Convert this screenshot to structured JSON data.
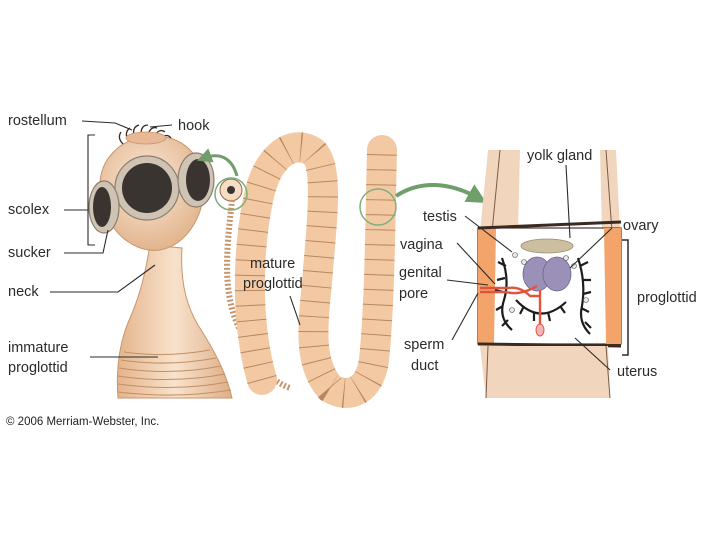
{
  "labels": {
    "rostellum": "rostellum",
    "hook": "hook",
    "scolex": "scolex",
    "sucker": "sucker",
    "neck": "neck",
    "immature_line1": "immature",
    "immature_line2": "proglottid",
    "mature_line1": "mature",
    "mature_line2": "proglottid",
    "yolk_gland": "yolk gland",
    "testis": "testis",
    "vagina": "vagina",
    "genital_line1": "genital",
    "genital_line2": "pore",
    "ovary": "ovary",
    "proglottid": "proglottid",
    "sperm_line1": "sperm",
    "sperm_line2": "duct",
    "uterus": "uterus"
  },
  "copyright": "© 2006 Merriam-Webster, Inc.",
  "colors": {
    "body": "#f3d2b3",
    "segment": "#f3c9a3",
    "segment_edge": "#b8875e",
    "sucker": "#3a3430",
    "arrow": "#6f9e6a",
    "duct_red": "#e2533c",
    "ovary": "#9a90b8"
  }
}
